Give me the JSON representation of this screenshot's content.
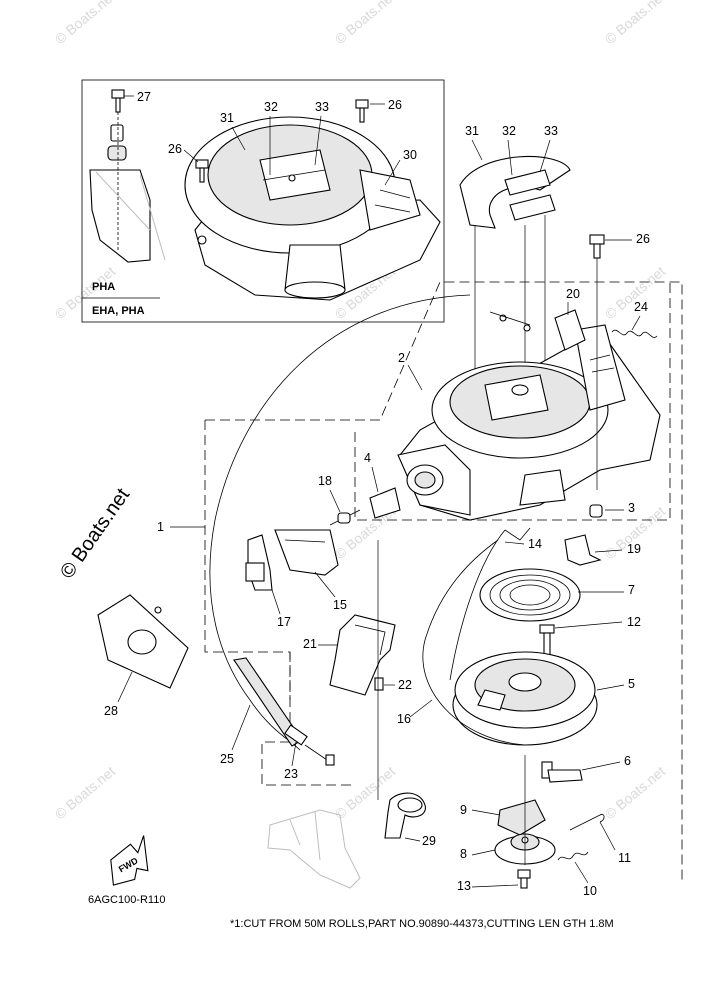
{
  "inset": {
    "variant_upper": "PHA",
    "variant_lower": "EHA, PHA"
  },
  "callouts": [
    {
      "id": "c27",
      "label": "27"
    },
    {
      "id": "c32a",
      "label": "32"
    },
    {
      "id": "c33a",
      "label": "33"
    },
    {
      "id": "c31a",
      "label": "31"
    },
    {
      "id": "c26a",
      "label": "26"
    },
    {
      "id": "c26b",
      "label": "26"
    },
    {
      "id": "c30",
      "label": "30"
    },
    {
      "id": "c31b",
      "label": "31"
    },
    {
      "id": "c32b",
      "label": "32"
    },
    {
      "id": "c33b",
      "label": "33"
    },
    {
      "id": "c26c",
      "label": "26"
    },
    {
      "id": "c20",
      "label": "20"
    },
    {
      "id": "c24",
      "label": "24"
    },
    {
      "id": "c2",
      "label": "2"
    },
    {
      "id": "c3",
      "label": "3"
    },
    {
      "id": "c4",
      "label": "4"
    },
    {
      "id": "c18",
      "label": "18"
    },
    {
      "id": "c1",
      "label": "1"
    },
    {
      "id": "c14",
      "label": "14"
    },
    {
      "id": "c19",
      "label": "19"
    },
    {
      "id": "c7",
      "label": "7"
    },
    {
      "id": "c17",
      "label": "17"
    },
    {
      "id": "c15",
      "label": "15"
    },
    {
      "id": "c12",
      "label": "12"
    },
    {
      "id": "c21",
      "label": "21"
    },
    {
      "id": "c22",
      "label": "22"
    },
    {
      "id": "c5",
      "label": "5"
    },
    {
      "id": "c28",
      "label": "28"
    },
    {
      "id": "c16",
      "label": "16"
    },
    {
      "id": "c25",
      "label": "25"
    },
    {
      "id": "c23",
      "label": "23"
    },
    {
      "id": "c6",
      "label": "6"
    },
    {
      "id": "c9",
      "label": "9"
    },
    {
      "id": "c29",
      "label": "29"
    },
    {
      "id": "c8",
      "label": "8"
    },
    {
      "id": "c11",
      "label": "11"
    },
    {
      "id": "c10",
      "label": "10"
    },
    {
      "id": "c13",
      "label": "13"
    }
  ],
  "fwd_label": "FWD",
  "diagram_code": "6AGC100-R110",
  "footnote": "*1:CUT FROM 50M ROLLS,PART NO.90890-44373,CUTTING LEN GTH 1.8M",
  "watermark": {
    "brand": "© Boats.net"
  }
}
